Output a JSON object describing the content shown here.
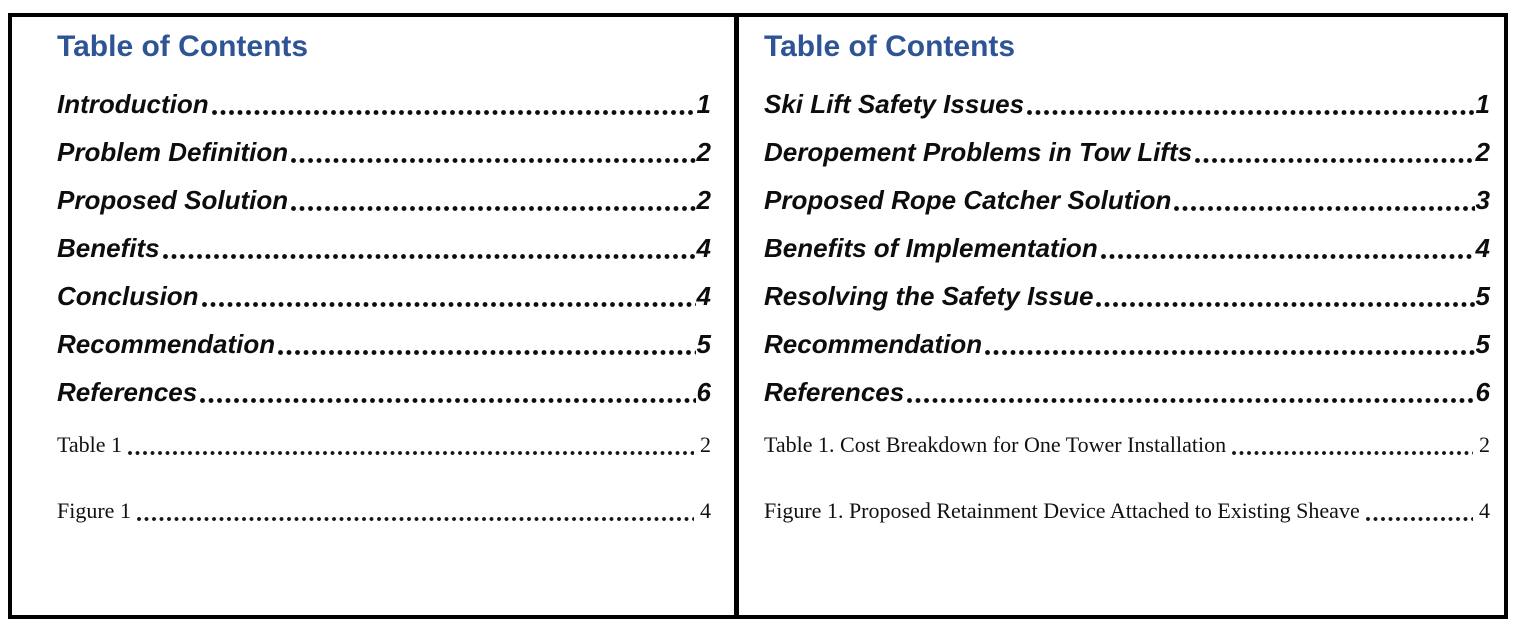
{
  "figure": {
    "description_colors": {
      "heading_accent": "#2F5496",
      "border": "#000000",
      "body_text": "#0d0d0d"
    }
  },
  "left_panel": {
    "heading": "Table of Contents",
    "entries": [
      {
        "label": "Introduction",
        "page": "1"
      },
      {
        "label": "Problem Definition",
        "page": "2"
      },
      {
        "label": "Proposed Solution",
        "page": "2"
      },
      {
        "label": "Benefits",
        "page": "4"
      },
      {
        "label": "Conclusion",
        "page": "4"
      },
      {
        "label": "Recommendation",
        "page": "5"
      },
      {
        "label": "References",
        "page": "6"
      }
    ],
    "captions": [
      {
        "label": "Table 1",
        "page": "2"
      },
      {
        "label": "Figure 1",
        "page": "4"
      }
    ]
  },
  "right_panel": {
    "heading": "Table of Contents",
    "entries": [
      {
        "label": "Ski Lift Safety Issues",
        "page": "1"
      },
      {
        "label": "Deropement Problems in Tow Lifts",
        "page": "2"
      },
      {
        "label": "Proposed Rope Catcher Solution",
        "page": "3"
      },
      {
        "label": "Benefits of Implementation",
        "page": "4"
      },
      {
        "label": "Resolving the Safety Issue",
        "page": "5"
      },
      {
        "label": "Recommendation",
        "page": "5"
      },
      {
        "label": "References",
        "page": "6"
      }
    ],
    "captions": [
      {
        "label": "Table 1. Cost Breakdown for One Tower Installation",
        "page": "2"
      },
      {
        "label": "Figure 1. Proposed Retainment Device Attached to Existing Sheave",
        "page": "4"
      }
    ]
  }
}
